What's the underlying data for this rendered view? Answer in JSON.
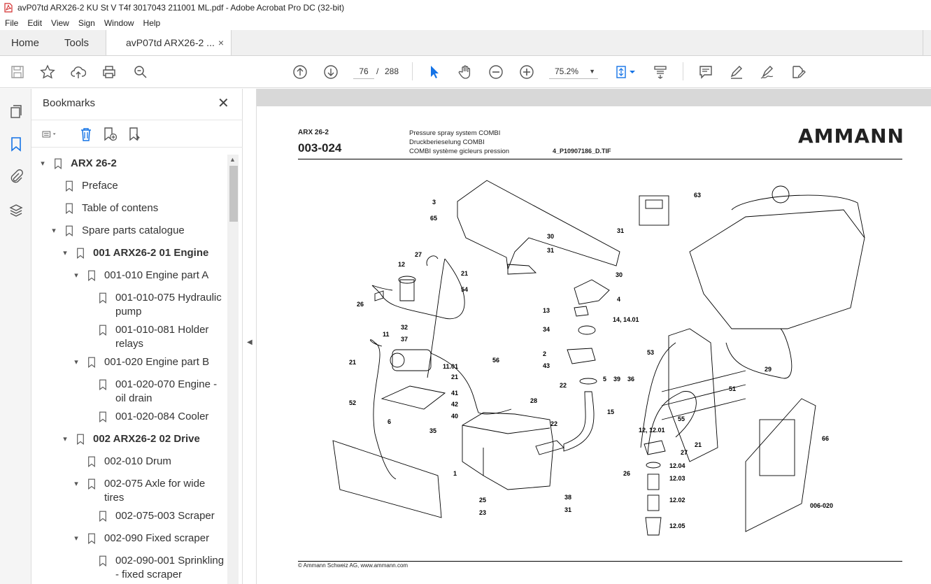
{
  "window": {
    "title": "avP07td ARX26-2 KU St V T4f 3017043 211001 ML.pdf - Adobe Acrobat Pro DC (32-bit)"
  },
  "menu": [
    "File",
    "Edit",
    "View",
    "Sign",
    "Window",
    "Help"
  ],
  "tabs": {
    "home": "Home",
    "tools": "Tools",
    "document": "avP07td ARX26-2 ...",
    "close": "×"
  },
  "toolbar": {
    "page_current": "76",
    "page_sep": "/",
    "page_total": "288",
    "zoom": "75.2%",
    "icons": [
      "save-icon",
      "star-icon",
      "upload-icon",
      "print-icon",
      "zoom-search-icon",
      "page-up-icon",
      "page-down-icon",
      "select-cursor-icon",
      "hand-icon",
      "zoom-out-icon",
      "zoom-in-icon",
      "fit-page-icon",
      "scroll-mode-icon",
      "comment-icon",
      "highlight-pen-icon",
      "sign-icon",
      "edit-pdf-icon"
    ]
  },
  "panel": {
    "title": "Bookmarks",
    "close": "✕"
  },
  "bookmarks": [
    {
      "label": "ARX 26-2",
      "level": 0,
      "expanded": true,
      "bold": true
    },
    {
      "label": "Preface",
      "level": 1,
      "expanded": null,
      "bold": false
    },
    {
      "label": "Table of contens",
      "level": 1,
      "expanded": null,
      "bold": false
    },
    {
      "label": "Spare parts catalogue",
      "level": 1,
      "expanded": true,
      "bold": false
    },
    {
      "label": "001 ARX26-2 01 Engine",
      "level": 2,
      "expanded": true,
      "bold": true
    },
    {
      "label": "001-010 Engine  part A",
      "level": 3,
      "expanded": true,
      "bold": false
    },
    {
      "label": "001-010-075 Hydraulic pump",
      "level": 4,
      "expanded": null,
      "bold": false
    },
    {
      "label": "001-010-081 Holder relays",
      "level": 4,
      "expanded": null,
      "bold": false
    },
    {
      "label": "001-020 Engine  part B",
      "level": 3,
      "expanded": true,
      "bold": false
    },
    {
      "label": "001-020-070 Engine - oil drain",
      "level": 4,
      "expanded": null,
      "bold": false
    },
    {
      "label": "001-020-084 Cooler",
      "level": 4,
      "expanded": null,
      "bold": false
    },
    {
      "label": "002 ARX26-2 02 Drive",
      "level": 2,
      "expanded": true,
      "bold": true
    },
    {
      "label": "002-010 Drum",
      "level": 3,
      "expanded": null,
      "bold": false
    },
    {
      "label": "002-075 Axle for wide tires",
      "level": 3,
      "expanded": true,
      "bold": false
    },
    {
      "label": "002-075-003 Scraper",
      "level": 4,
      "expanded": null,
      "bold": false
    },
    {
      "label": "002-090 Fixed scraper",
      "level": 3,
      "expanded": true,
      "bold": false
    },
    {
      "label": "002-090-001 Sprinkling - fixed scraper",
      "level": 4,
      "expanded": null,
      "bold": false
    }
  ],
  "document": {
    "model": "ARX 26-2",
    "code": "003-024",
    "desc_en": "Pressure spray system COMBI",
    "desc_de": "Druckberieselung COMBI",
    "desc_fr": "COMBI système gicleurs pression",
    "file": "4_P10907186_D.TIF",
    "logo": "AMMANN",
    "footer": "© Ammann Schweiz AG, www.ammann.com",
    "callouts": [
      "3",
      "65",
      "63",
      "30",
      "31",
      "31",
      "30",
      "27",
      "12",
      "21",
      "26",
      "54",
      "4",
      "13",
      "34",
      "14, 14.01",
      "32",
      "37",
      "11",
      "2",
      "43",
      "5",
      "39",
      "36",
      "21",
      "11.01",
      "21",
      "56",
      "41",
      "42",
      "40",
      "22",
      "6",
      "35",
      "52",
      "28",
      "15",
      "22",
      "1",
      "25",
      "23",
      "38",
      "31",
      "53",
      "29",
      "51",
      "55",
      "21",
      "12, 12.01",
      "27",
      "26",
      "12.04",
      "12.03",
      "12.02",
      "12.05",
      "66",
      "006-020"
    ]
  },
  "colors": {
    "accent": "#1473e6",
    "panel_bg": "#f5f5f5",
    "doc_bg": "#d8d8d8"
  }
}
